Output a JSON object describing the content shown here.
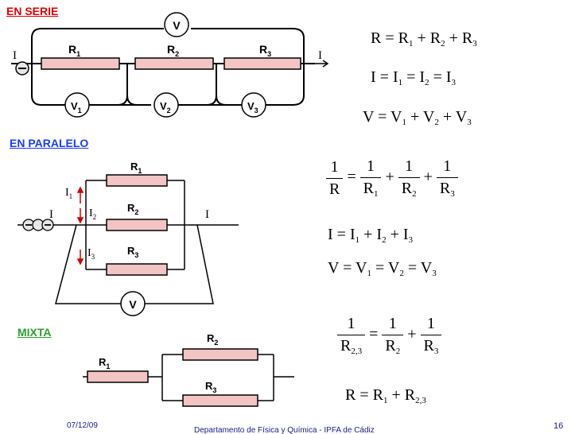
{
  "sections": {
    "serie": "EN SERIE",
    "paralelo": "EN PARALELO",
    "mixta": "MIXTA"
  },
  "circuit_labels": {
    "serie": {
      "current": "I",
      "voltmeter": "V"
    },
    "paralelo": {
      "current": "I",
      "voltmeter": "V"
    }
  },
  "equations": {
    "serie": {
      "resistance": {
        "lhs": "R",
        "terms": [
          [
            "R",
            "1"
          ],
          [
            "R",
            "2"
          ],
          [
            "R",
            "3"
          ]
        ]
      },
      "current": {
        "lhs": "I",
        "terms": [
          [
            "I",
            "1"
          ],
          [
            "I",
            "2"
          ],
          [
            "I",
            "3"
          ]
        ]
      },
      "voltage": {
        "lhs": "V",
        "terms": [
          [
            "V",
            "1"
          ],
          [
            "V",
            "2"
          ],
          [
            "V",
            "3"
          ]
        ]
      }
    },
    "paralelo": {
      "resistance_inverse": {
        "numerator": "1",
        "lhs": "R",
        "terms": [
          [
            "R",
            "1"
          ],
          [
            "R",
            "2"
          ],
          [
            "R",
            "3"
          ]
        ]
      },
      "current": {
        "lhs": "I",
        "terms": [
          [
            "I",
            "1"
          ],
          [
            "I",
            "2"
          ],
          [
            "I",
            "3"
          ]
        ]
      },
      "voltage": {
        "lhs": "V",
        "terms": [
          [
            "V",
            "1"
          ],
          [
            "V",
            "2"
          ],
          [
            "V",
            "3"
          ]
        ]
      }
    },
    "mixta": {
      "resistance_inverse": {
        "numerator": "1",
        "lhs": [
          "R",
          "2,3"
        ],
        "terms": [
          [
            "R",
            "2"
          ],
          [
            "R",
            "3"
          ]
        ]
      },
      "total": {
        "lhs": "R",
        "terms": [
          [
            "R",
            "1"
          ],
          [
            "R",
            "2,3"
          ]
        ]
      }
    }
  },
  "footer": {
    "date": "07/12/09",
    "department": "Departamento de Física y Química - IPFA de Cádiz",
    "page": "16"
  },
  "colors": {
    "resistor": "#f2c4c4",
    "section_red": "#e00000",
    "section_blue": "#1a3cff",
    "section_green": "#2ca02c"
  }
}
